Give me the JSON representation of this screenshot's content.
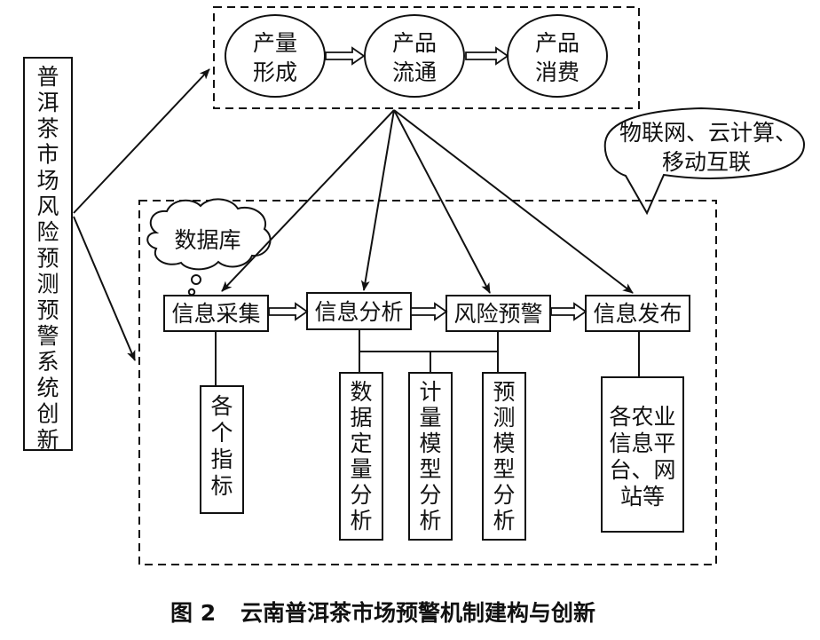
{
  "root": "普洱茶市场风险预测预警系统创新",
  "flow": [
    "产量形成",
    "产品流通",
    "产品消费"
  ],
  "cloud_tech": [
    "物联网、云计算、",
    "移动互联"
  ],
  "database": "数据库",
  "steps": [
    "信息采集",
    "信息分析",
    "风险预警",
    "信息发布"
  ],
  "sub": {
    "indicators": "各个指标",
    "quant": "数据定量分析",
    "model": "计量模型分析",
    "predict": "预测模型分析",
    "platforms": [
      "各农业",
      "信息平",
      "台、网",
      "站等"
    ]
  },
  "caption": {
    "figure_no": "图 2",
    "title": "云南普洱茶市场预警机制建构与创新"
  }
}
